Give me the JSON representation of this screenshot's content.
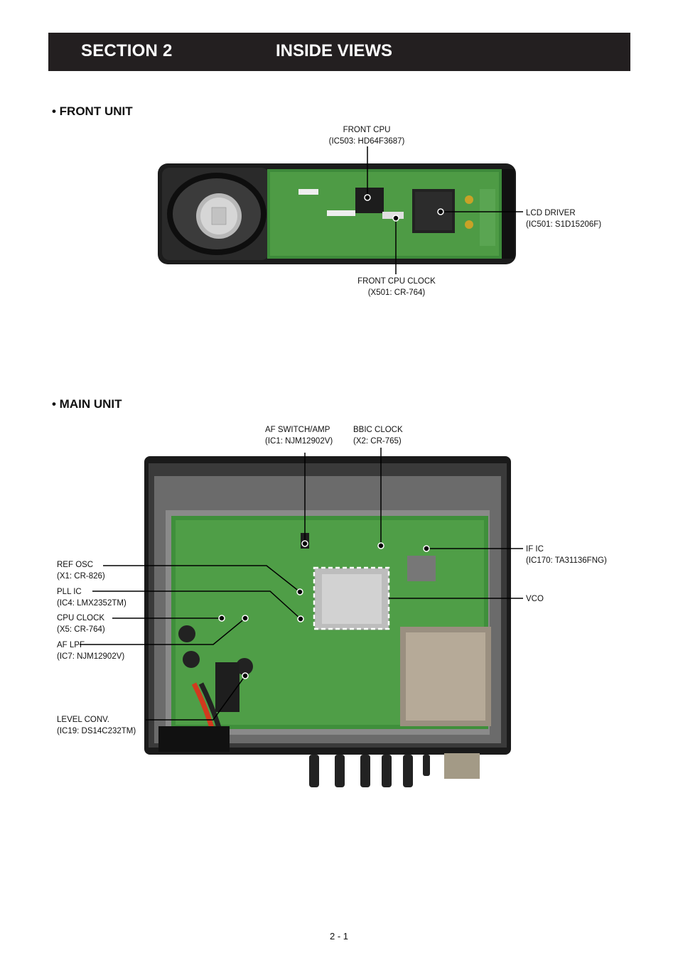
{
  "header": {
    "section": "SECTION 2",
    "title": "INSIDE VIEWS"
  },
  "front_unit": {
    "heading": "• FRONT UNIT",
    "labels": {
      "front_cpu_1": "FRONT CPU",
      "front_cpu_2": "(IC503: HD64F3687)",
      "lcd_driver_1": "LCD DRIVER",
      "lcd_driver_2": "(IC501: S1D15206F)",
      "cpu_clock_1": "FRONT CPU CLOCK",
      "cpu_clock_2": "(X501: CR-764)"
    }
  },
  "main_unit": {
    "heading": "• MAIN UNIT",
    "labels": {
      "af_switch_1": "AF SWITCH/AMP",
      "af_switch_2": "(IC1: NJM12902V)",
      "bbic_1": "BBIC CLOCK",
      "bbic_2": "(X2: CR-765)",
      "ref_osc_1": "REF OSC",
      "ref_osc_2": "(X1: CR-826)",
      "pll_1": "PLL IC",
      "pll_2": "(IC4: LMX2352TM)",
      "cpu_clock_1": "CPU CLOCK",
      "cpu_clock_2": "(X5: CR-764)",
      "af_lpf_1": "AF LPF",
      "af_lpf_2": "(IC7: NJM12902V)",
      "level_1": "LEVEL CONV.",
      "level_2": "(IC19: DS14C232TM)",
      "if_ic_1": "IF IC",
      "if_ic_2": "(IC170: TA31136FNG)",
      "vco": "VCO"
    }
  },
  "page_number": "2 - 1"
}
